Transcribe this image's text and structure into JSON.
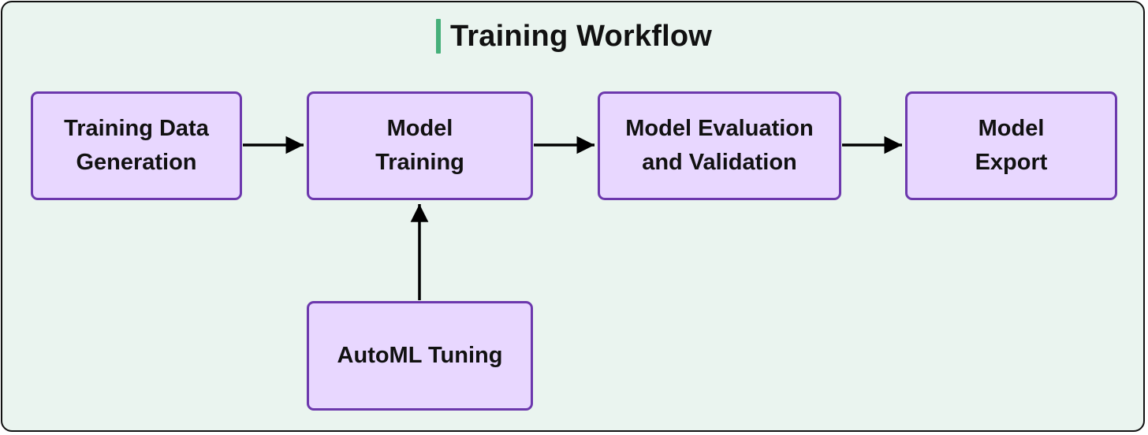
{
  "diagram": {
    "title": "Training Workflow",
    "colors": {
      "background": "#eaf4ef",
      "frame_border": "#111111",
      "title_accent": "#46b07a",
      "node_fill": "#e8d7ff",
      "node_border": "#6c38ad",
      "arrow": "#000000"
    },
    "nodes": [
      {
        "id": "training-data-generation",
        "label": "Training Data\nGeneration"
      },
      {
        "id": "model-training",
        "label": "Model\nTraining"
      },
      {
        "id": "model-evaluation",
        "label": "Model Evaluation\nand Validation"
      },
      {
        "id": "model-export",
        "label": "Model\nExport"
      },
      {
        "id": "automl-tuning",
        "label": "AutoML Tuning"
      }
    ],
    "edges": [
      {
        "from": "training-data-generation",
        "to": "model-training"
      },
      {
        "from": "model-training",
        "to": "model-evaluation"
      },
      {
        "from": "model-evaluation",
        "to": "model-export"
      },
      {
        "from": "automl-tuning",
        "to": "model-training"
      }
    ]
  }
}
